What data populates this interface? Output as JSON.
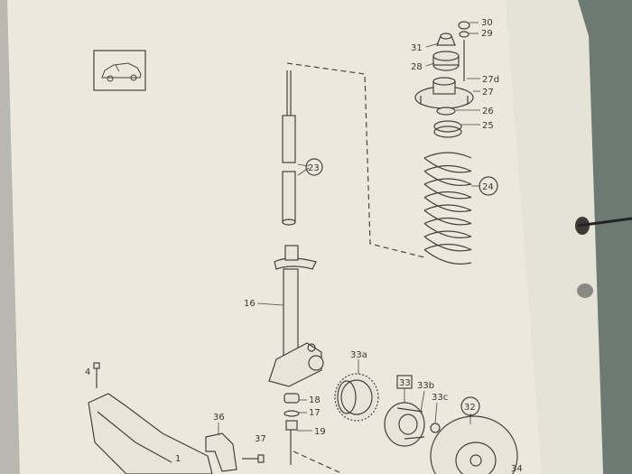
{
  "callouts": [
    {
      "id": "c30",
      "text": "30"
    },
    {
      "id": "c29",
      "text": "29"
    },
    {
      "id": "c31",
      "text": "31"
    },
    {
      "id": "c28",
      "text": "28"
    },
    {
      "id": "c27d",
      "text": "27d"
    },
    {
      "id": "c27",
      "text": "27"
    },
    {
      "id": "c26",
      "text": "26"
    },
    {
      "id": "c25",
      "text": "25"
    },
    {
      "id": "c24",
      "text": "24"
    },
    {
      "id": "c23",
      "text": "23"
    },
    {
      "id": "c16",
      "text": "16"
    },
    {
      "id": "c33a",
      "text": "33a"
    },
    {
      "id": "c33",
      "text": "33"
    },
    {
      "id": "c33b",
      "text": "33b"
    },
    {
      "id": "c33c",
      "text": "33c"
    },
    {
      "id": "c32",
      "text": "32"
    },
    {
      "id": "c18",
      "text": "18"
    },
    {
      "id": "c17",
      "text": "17"
    },
    {
      "id": "c19",
      "text": "19"
    },
    {
      "id": "c4",
      "text": "4"
    },
    {
      "id": "c36",
      "text": "36"
    },
    {
      "id": "c37",
      "text": "37"
    },
    {
      "id": "c1",
      "text": "1"
    },
    {
      "id": "c34",
      "text": "34"
    }
  ],
  "colors": {
    "paper": "#ece8de",
    "ink": "#45423d",
    "background": "#6d7a73"
  },
  "icons": {
    "vehicle": "car-sedan-icon"
  }
}
